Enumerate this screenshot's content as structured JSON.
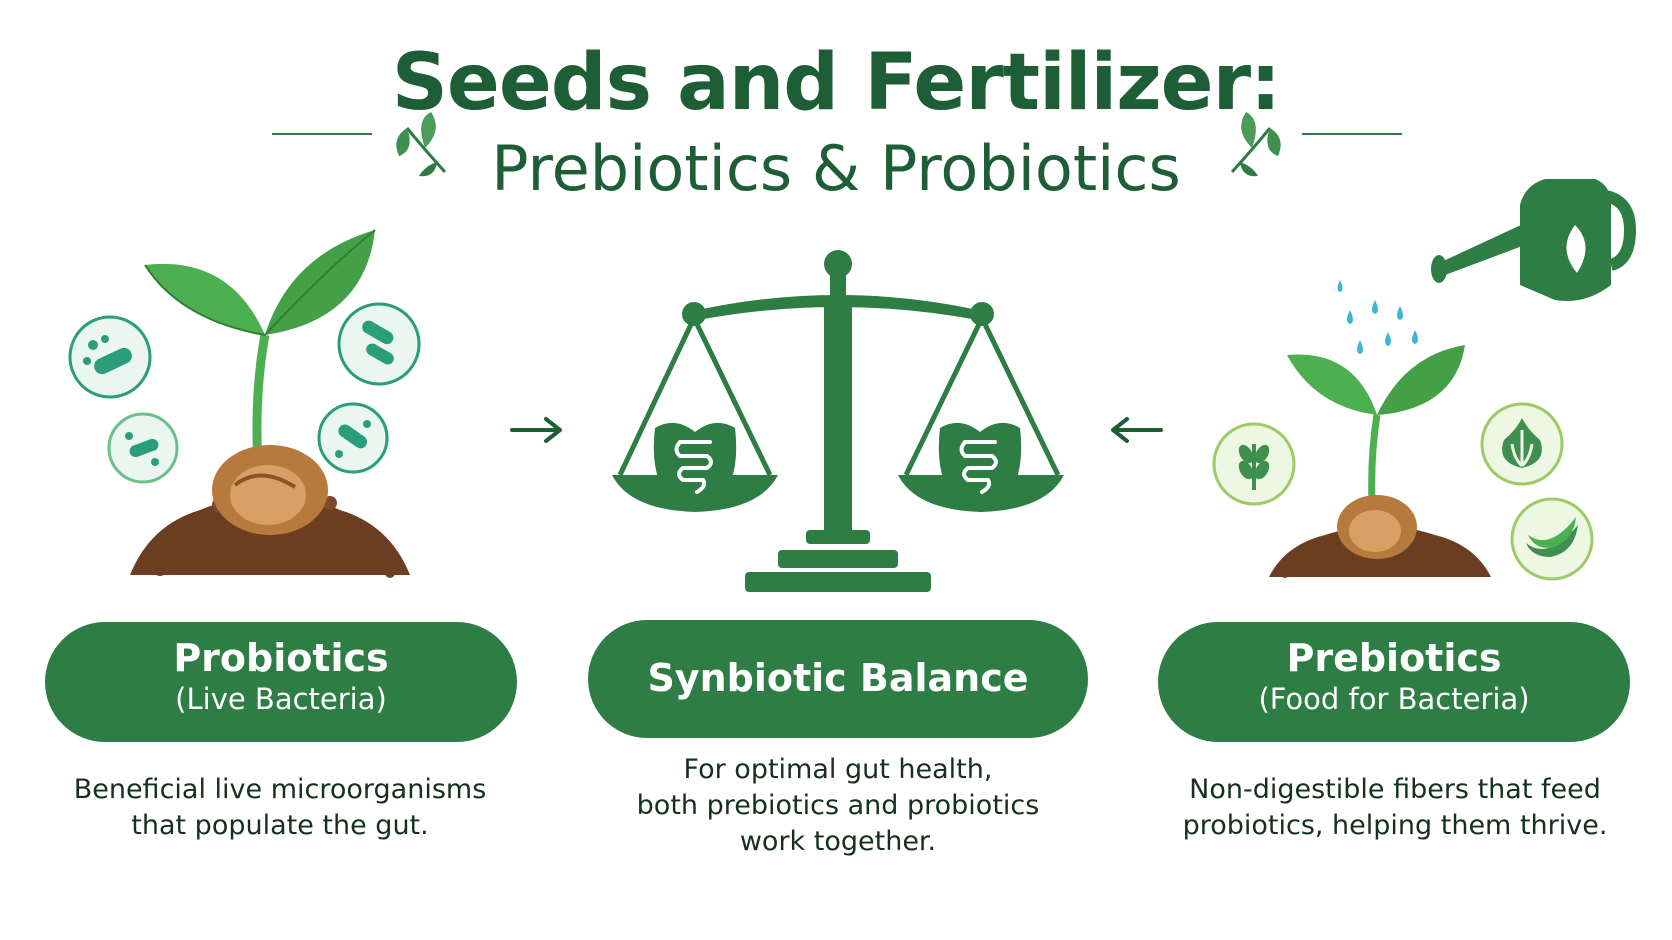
{
  "header": {
    "title": "Seeds and Fertilizer:",
    "subtitle": "Prebiotics & Probiotics"
  },
  "cards": [
    {
      "title": "Probiotics",
      "subtitle": "(Live Bacteria)",
      "description_line1": "Beneficial live microorganisms",
      "description_line2": "that populate the gut."
    },
    {
      "title": "Synbiotic Balance",
      "description_line1": "For optimal gut health,",
      "description_line2": "both prebiotics and probiotics",
      "description_line3": "work together."
    },
    {
      "title": "Prebiotics",
      "subtitle": "(Food for Bacteria)",
      "description_line1": "Non-digestible fibers that feed",
      "description_line2": "probiotics, helping them thrive."
    }
  ],
  "colors": {
    "primary_green": "#2e7d45",
    "title_green": "#1e5e36",
    "leaf_green": "#4caf50",
    "teal": "#2a9d7a",
    "light_green": "#9ccc65",
    "soil": "#6b3e22",
    "seed": "#b57a3c",
    "water": "#3fb6d6",
    "white": "#ffffff"
  },
  "icons": [
    "leaf-sprig-icon",
    "bacteria-icon",
    "balance-scale-icon",
    "intestine-icon",
    "watering-can-icon",
    "wheat-icon",
    "garlic-icon",
    "banana-icon",
    "arrow-right-icon",
    "arrow-left-icon",
    "sprouting-seed-icon"
  ]
}
